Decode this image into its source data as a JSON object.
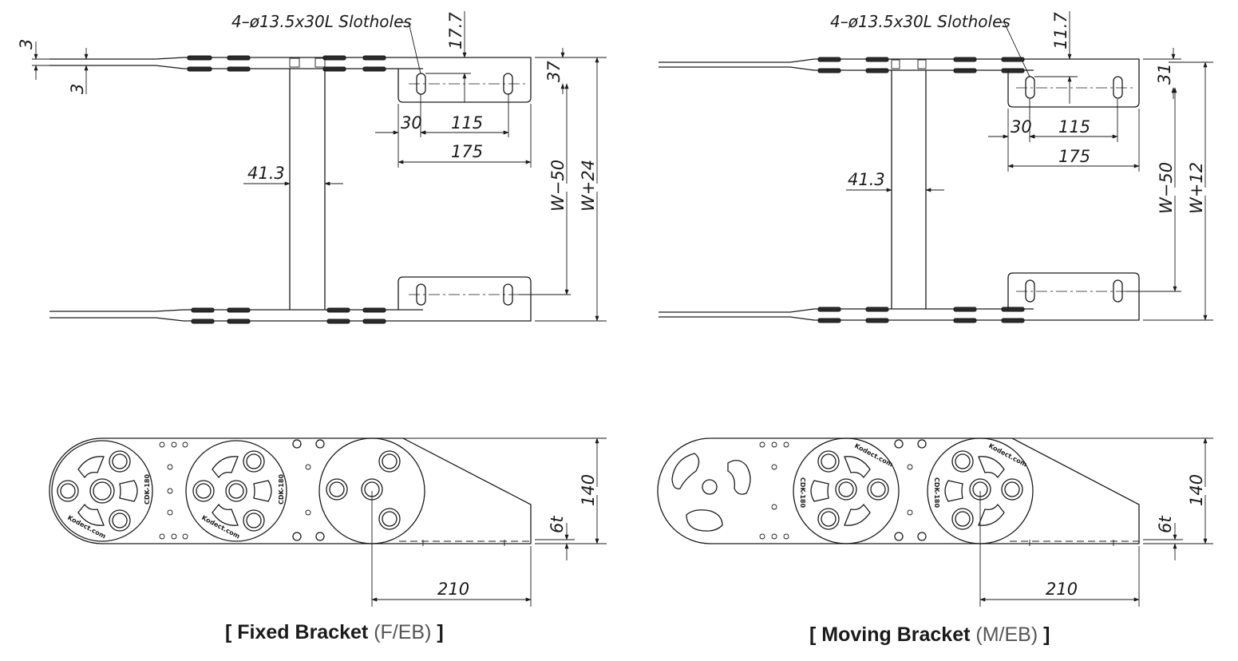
{
  "colors": {
    "line": "#1a1a1a",
    "background": "#ffffff",
    "caption_sub": "#555555"
  },
  "fixed_bracket": {
    "caption_open": "[",
    "caption_bold": "Fixed Bracket",
    "caption_sub": "(F/EB)",
    "caption_close": "]",
    "slot_note": "4–ø13.5x30L Slotholes",
    "dims": {
      "plate_thickness_top": "3",
      "plate_thickness_bottom": "3",
      "slot_offset": "17.7",
      "edge_to_slot": "37",
      "slot_from_edge": "30",
      "slot_pitch": "115",
      "bracket_length": "175",
      "link_width": "41.3",
      "inner_width": "W−50",
      "outer_width": "W+24",
      "side_height": "140",
      "plate_t": "6t",
      "side_length": "210"
    },
    "wheel_mark": "CDK-180",
    "logo_text": "Kodect.com"
  },
  "moving_bracket": {
    "caption_open": "[",
    "caption_bold": "Moving Bracket",
    "caption_sub": "(M/EB)",
    "caption_close": "]",
    "slot_note": "4–ø13.5x30L Slotholes",
    "dims": {
      "slot_offset": "11.7",
      "edge_to_slot": "31",
      "slot_from_edge": "30",
      "slot_pitch": "115",
      "bracket_length": "175",
      "link_width": "41.3",
      "inner_width": "W−50",
      "outer_width": "W+12",
      "side_height": "140",
      "plate_t": "6t",
      "side_length": "210"
    },
    "wheel_mark": "CDK-180",
    "logo_text": "Kodect.com"
  }
}
